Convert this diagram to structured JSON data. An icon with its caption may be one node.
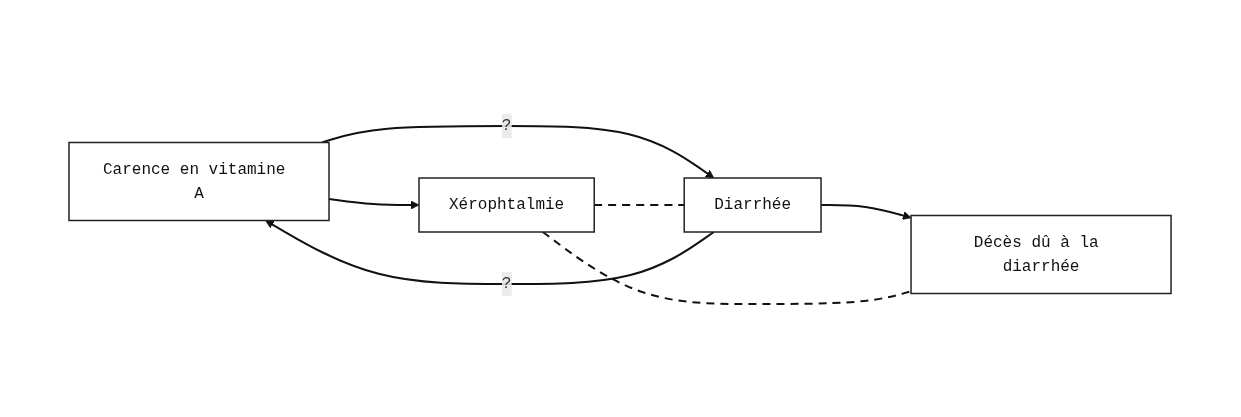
{
  "diagram": {
    "nodes": [
      {
        "text": [
          "Carence en vitamine A"
        ]
      },
      {
        "text": [
          "Xérophtalmie"
        ]
      },
      {
        "text": [
          "Diarrhée"
        ]
      },
      {
        "text": [
          "Décès dû à la diarrhée"
        ]
      }
    ],
    "edges": [
      {
        "from": 0,
        "to": 1,
        "arrow": "to"
      },
      {
        "from": 0,
        "to": 2,
        "arrow": "to",
        "label": "?"
      },
      {
        "from": 2,
        "to": 3,
        "arrow": "to"
      },
      {
        "from": 1,
        "to": 2,
        "arrow": "none",
        "style": "dashed"
      },
      {
        "from": 1,
        "to": 3,
        "arrow": "none",
        "style": "dashed"
      },
      {
        "from": 2,
        "to": 0,
        "arrow": "to",
        "label": "?"
      }
    ]
  }
}
